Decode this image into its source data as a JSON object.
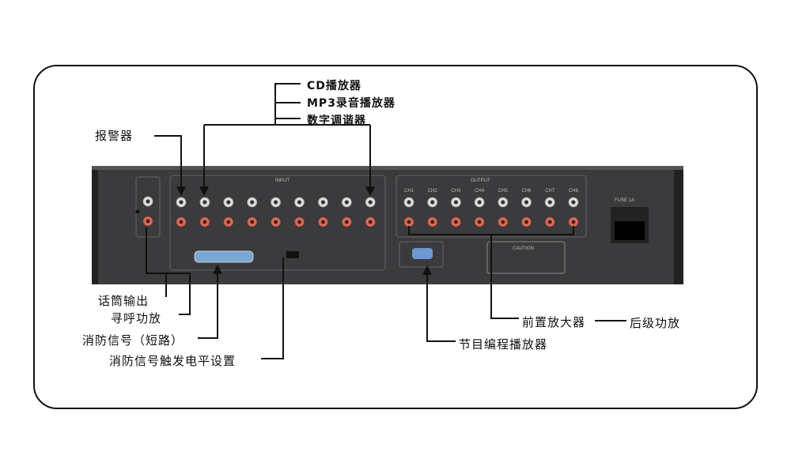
{
  "labels": {
    "cd_player": "CD播放器",
    "mp3_player": "MP3录音播放器",
    "digital_tuner": "数字调谐器",
    "alarm": "报警器",
    "mic_output": "话筒输出",
    "paging_amp": "寻呼功放",
    "fire_signal": "消防信号（短路）",
    "fire_trigger_level": "消防信号触发电平设置",
    "program_player": "节目编程播放器",
    "preamp": "前置放大器",
    "power_amp": "后级功放"
  },
  "panel": {
    "input": "INPUT",
    "output": "OUTPUT",
    "fuse": "FUSE 1A",
    "caution": "CAUTION",
    "output_channels": [
      "CH1",
      "CH2",
      "CH3",
      "CH4",
      "CH5",
      "CH6",
      "CH7",
      "CH8"
    ]
  }
}
